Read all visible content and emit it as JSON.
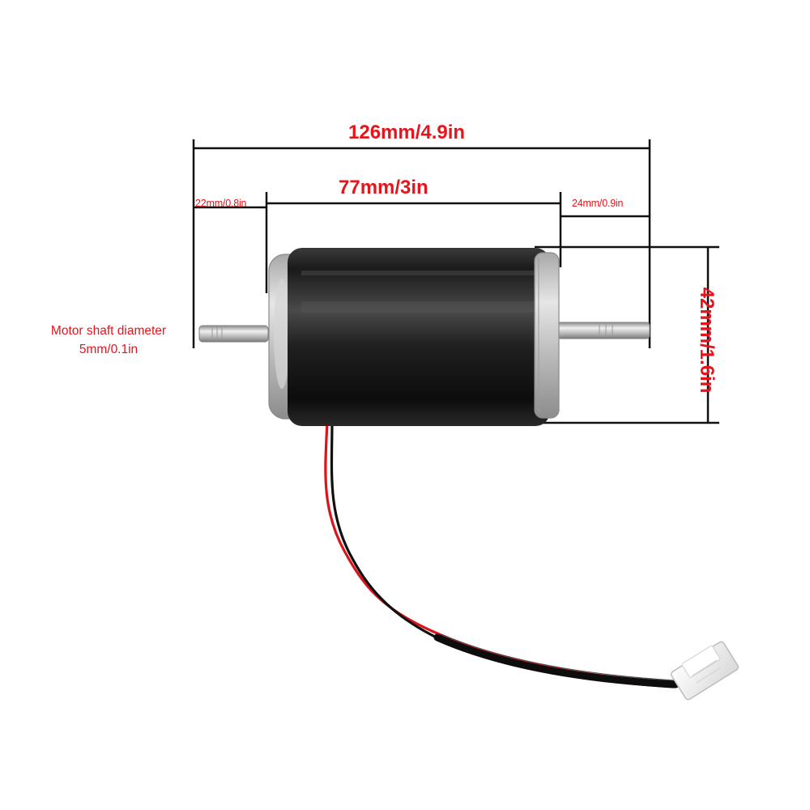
{
  "dimensions": {
    "total_length": "126mm/4.9in",
    "body_length": "77mm/3in",
    "left_shaft_length": "22mm/0.8in",
    "right_shaft_length": "24mm/0.9in",
    "diameter": "42mm/1.6in",
    "shaft_diameter_title": "Motor shaft diameter",
    "shaft_diameter_value": "5mm/0.1in"
  },
  "colors": {
    "annotation": "#e8141b",
    "dimension_line": "#111111",
    "motor_body": "#151515",
    "end_cap": "#c9c9c9",
    "wire_red": "#d9141a",
    "wire_black": "#101010",
    "connector": "#f2f2f2"
  }
}
